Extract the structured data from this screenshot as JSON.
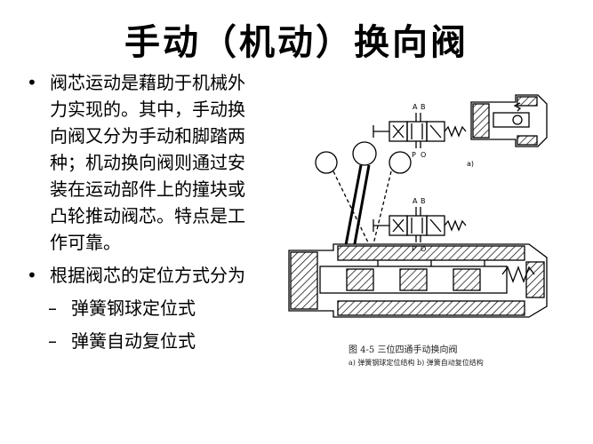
{
  "slide": {
    "title": "手动（机动）换向阀",
    "bullet_mark": "•",
    "dash_mark": "–",
    "bullets": [
      {
        "text": "阀芯运动是藉助于机械外力实现的。其中，手动换向阀又分为手动和脚踏两种；机动换向阀则通过安装在运动部件上的撞块或凸轮推动阀芯。特点是工作可靠。"
      },
      {
        "text": "根据阀芯的定位方式分为"
      }
    ],
    "sub_bullets": [
      {
        "text": "弹簧钢球定位式"
      },
      {
        "text": "弹簧自动复位式"
      }
    ]
  },
  "figure": {
    "caption": "图 4-5   三位四通手动换向阀",
    "subcaption": "a) 弹簧钢球定位结构   b) 弹簧自动复位结构",
    "labels": {
      "a": "A",
      "b": "B",
      "p": "P",
      "o": "O",
      "a2": "A",
      "b2": "B",
      "p2": "P",
      "o2": "O",
      "fig_a": "a)"
    }
  }
}
